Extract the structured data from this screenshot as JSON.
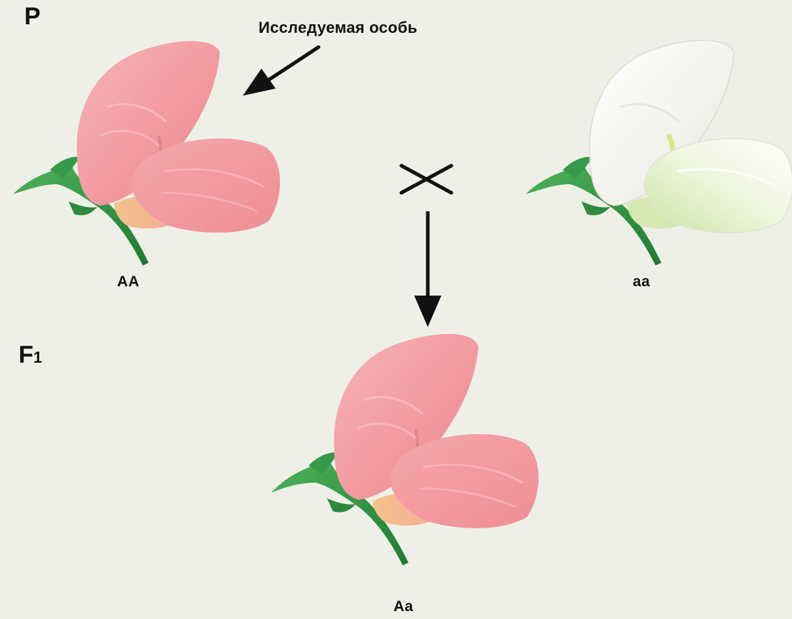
{
  "generations": {
    "parental": "P",
    "filial_main": "F",
    "filial_sub": "1"
  },
  "callout": {
    "text": "Исследуемая особь"
  },
  "genotypes": {
    "left_parent": "AA",
    "right_parent": "aa",
    "offspring": "Aa"
  },
  "symbols": {
    "cross": "cross-icon",
    "down_arrow": "down-arrow-icon",
    "pointer_arrow": "pointer-arrow-icon"
  },
  "colors": {
    "background": "#eef0e8",
    "pink_flower": "#f2a2a6",
    "white_flower": "#f4f5f0",
    "stem": "#2e8f3e"
  }
}
